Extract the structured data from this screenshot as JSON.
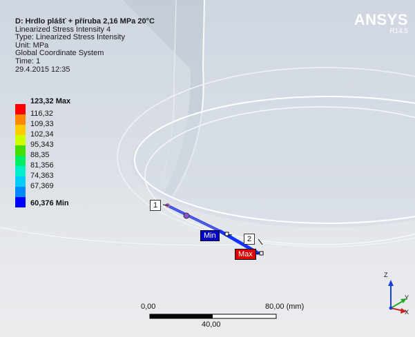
{
  "header": {
    "title": "D: Hrdlo plášť + příruba 2,16 MPa 20°C",
    "lines": [
      "Linearized Stress Intensity 4",
      "Type: Linearized Stress Intensity",
      "Unit: MPa",
      "Global Coordinate System",
      "Time: 1",
      "29.4.2015 12:35"
    ]
  },
  "brand": {
    "name": "ANSYS",
    "version": "R14.5"
  },
  "legend": {
    "max_label": "123,32 Max",
    "values": [
      "116,32",
      "109,33",
      "102,34",
      "95,343",
      "88,35",
      "81,356",
      "74,363",
      "67,369"
    ],
    "min_label": "60,376 Min",
    "colors": [
      "#ff0000",
      "#ff8800",
      "#ffcc00",
      "#ccff00",
      "#44dd00",
      "#00ee66",
      "#00eecc",
      "#00ccff",
      "#0088ff",
      "#0000ff"
    ]
  },
  "probes": {
    "point1": "1",
    "point2": "2",
    "min": "Min",
    "max": "Max"
  },
  "scale": {
    "left": "0,00",
    "right": "80,00 (mm)",
    "mid": "40,00"
  },
  "triad": {
    "x": "X",
    "y": "Y",
    "z": "Z"
  }
}
